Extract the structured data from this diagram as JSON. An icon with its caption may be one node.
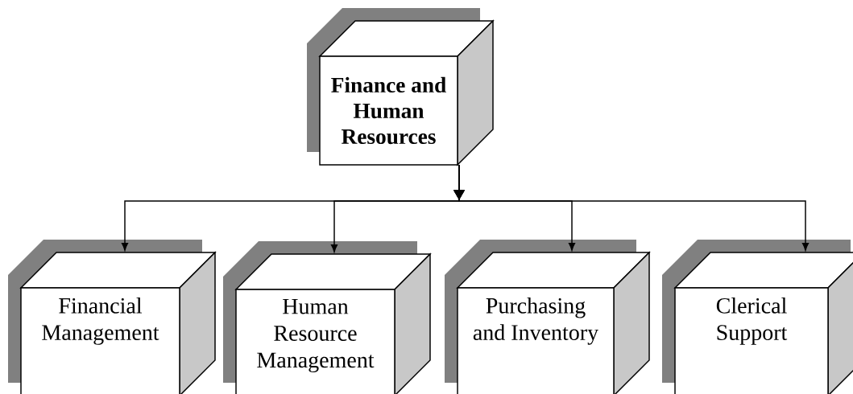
{
  "diagram": {
    "nodes": [
      {
        "text": [
          "Finance and Human Resources"
        ]
      },
      {
        "text": [
          "Financial Management"
        ]
      },
      {
        "text": [
          "Human Resource Management"
        ]
      },
      {
        "text": [
          "Purchasing and Inventory"
        ]
      },
      {
        "text": [
          "Clerical Support"
        ]
      }
    ],
    "edges": [
      {
        "from": 0,
        "to": 1,
        "arrow": "to"
      },
      {
        "from": 0,
        "to": 2,
        "arrow": "to"
      },
      {
        "from": 0,
        "to": 3,
        "arrow": "to"
      },
      {
        "from": 0,
        "to": 4,
        "arrow": "to"
      }
    ]
  }
}
